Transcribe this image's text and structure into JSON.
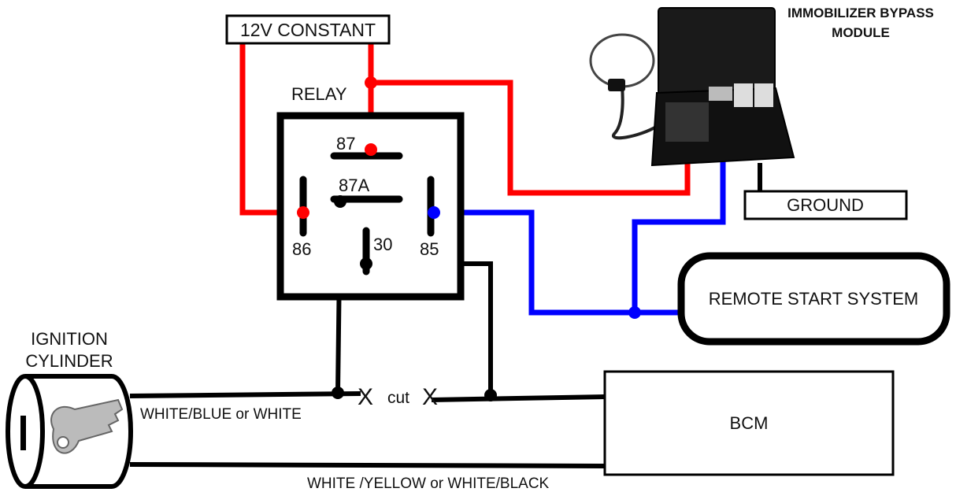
{
  "labels": {
    "constant": "12V CONSTANT",
    "relay": "RELAY",
    "pin_87": "87",
    "pin_87a": "87A",
    "pin_86": "86",
    "pin_85": "85",
    "pin_30": "30",
    "module_title_line1": "IMMOBILIZER BYPASS",
    "module_title_line2": "MODULE",
    "ground": "GROUND",
    "remote_start": "REMOTE START SYSTEM",
    "ignition_line1": "IGNITION",
    "ignition_line2": "CYLINDER",
    "wire_top": "WHITE/BLUE or WHITE",
    "wire_bottom": "WHITE /YELLOW or WHITE/BLACK",
    "cut_text": "cut",
    "cut_mark": "X",
    "bcm": "BCM"
  },
  "colors": {
    "red_wire": "#ff0000",
    "blue_wire": "#0000ff",
    "black_wire": "#000000"
  }
}
